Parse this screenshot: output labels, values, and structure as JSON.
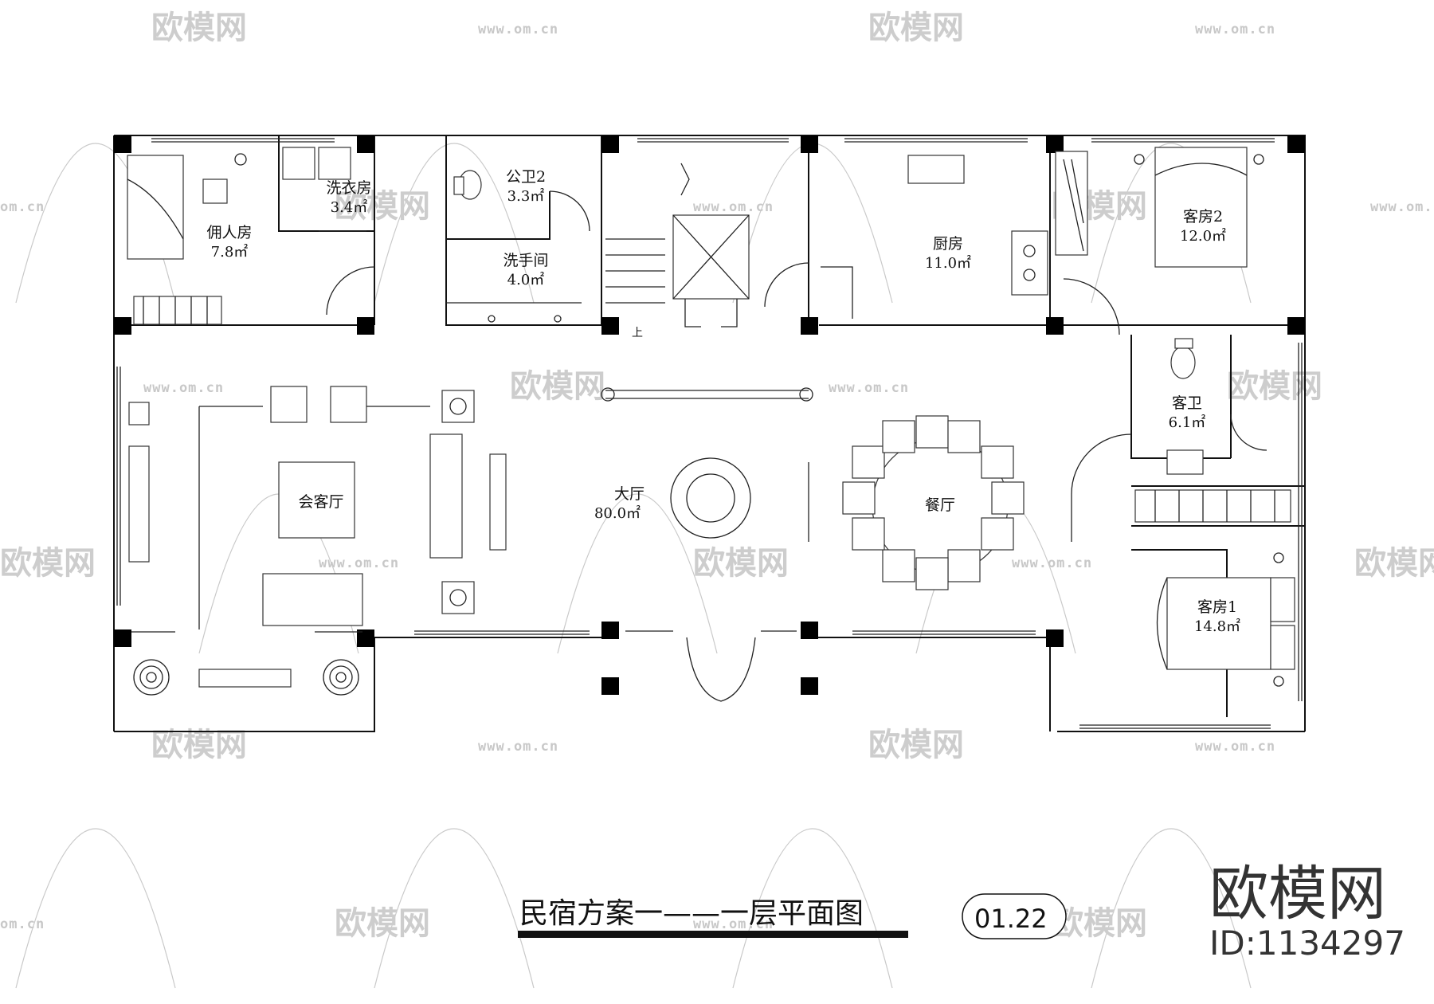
{
  "rooms": {
    "servant": {
      "name": "佣人房",
      "area": "7.8㎡"
    },
    "laundry": {
      "name": "洗衣房",
      "area": "3.4㎡"
    },
    "public_wc2": {
      "name": "公卫2",
      "area": "3.3㎡"
    },
    "washroom": {
      "name": "洗手间",
      "area": "4.0㎡"
    },
    "kitchen": {
      "name": "厨房",
      "area": "11.0㎡"
    },
    "guest_room2": {
      "name": "客房2",
      "area": "12.0㎡"
    },
    "guest_wc": {
      "name": "客卫",
      "area": "6.1㎡"
    },
    "reception": {
      "name": "会客厅"
    },
    "hall": {
      "name": "大厅",
      "area": "80.0㎡"
    },
    "dining": {
      "name": "餐厅"
    },
    "guest_room1": {
      "name": "客房1",
      "area": "14.8㎡"
    }
  },
  "stair_mark": "上",
  "title": "民宿方案一——一层平面图",
  "drawing_code": "01.22",
  "watermark": {
    "brand": "欧模网",
    "site": "www.om.cn",
    "site_short": "om.cn"
  },
  "brand": {
    "name": "欧模网",
    "id": "ID:1134297"
  }
}
